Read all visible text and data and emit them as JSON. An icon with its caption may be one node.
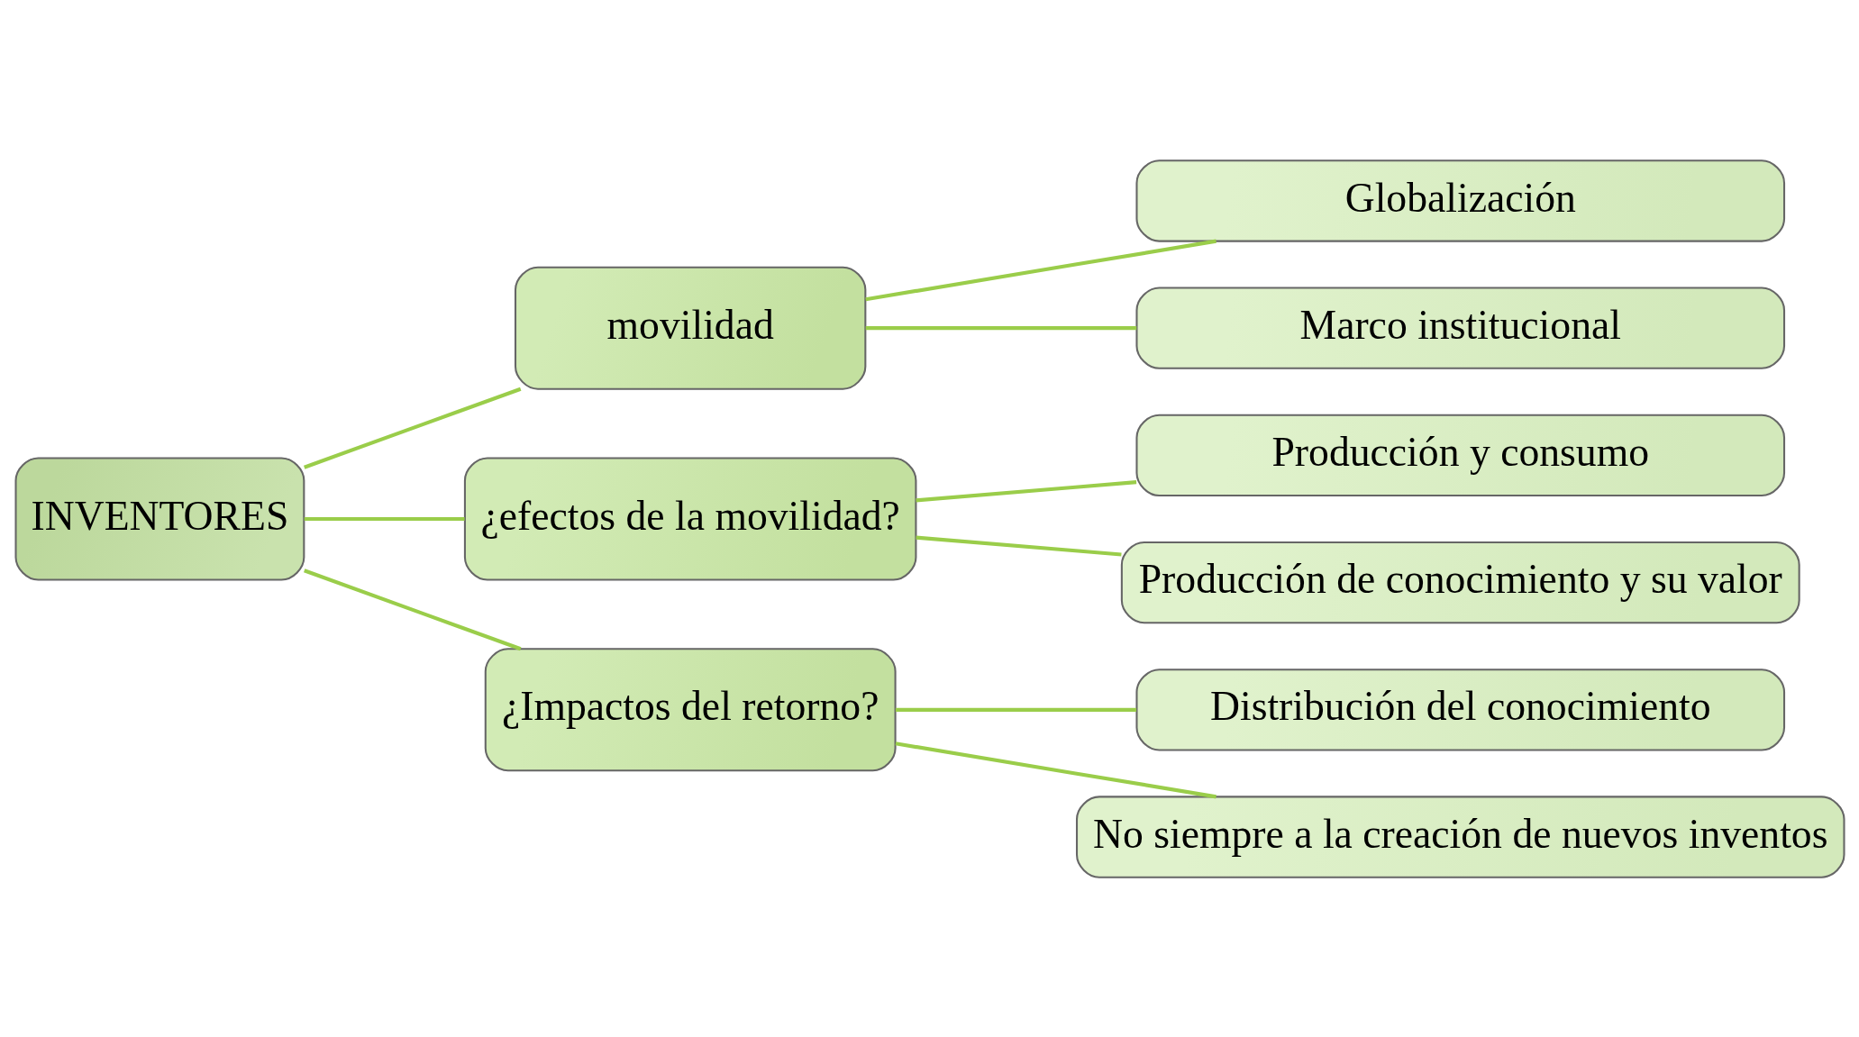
{
  "diagram": {
    "nodes": [
      {
        "text": [
          "INVENTORES"
        ]
      },
      {
        "text": [
          "movilidad"
        ]
      },
      {
        "text": [
          "Globalización"
        ]
      },
      {
        "text": [
          "Marco institucional"
        ]
      },
      {
        "text": [
          "¿efectos de la movilidad?"
        ]
      },
      {
        "text": [
          "Producción y consumo"
        ]
      },
      {
        "text": [
          "Producción de conocimiento y su valor"
        ]
      },
      {
        "text": [
          "¿Impactos del retorno?"
        ]
      },
      {
        "text": [
          "Distribución del conocimiento"
        ]
      },
      {
        "text": [
          "No siempre a la creación de nuevos inventos"
        ]
      }
    ],
    "edges": [
      {
        "from": 0,
        "to": 1,
        "arrow": "none"
      },
      {
        "from": 0,
        "to": 4,
        "arrow": "none"
      },
      {
        "from": 0,
        "to": 7,
        "arrow": "none"
      },
      {
        "from": 1,
        "to": 2,
        "arrow": "none"
      },
      {
        "from": 1,
        "to": 3,
        "arrow": "none"
      },
      {
        "from": 4,
        "to": 5,
        "arrow": "none"
      },
      {
        "from": 4,
        "to": 6,
        "arrow": "none"
      },
      {
        "from": 7,
        "to": 8,
        "arrow": "none"
      },
      {
        "from": 7,
        "to": 9,
        "arrow": "none"
      }
    ]
  }
}
